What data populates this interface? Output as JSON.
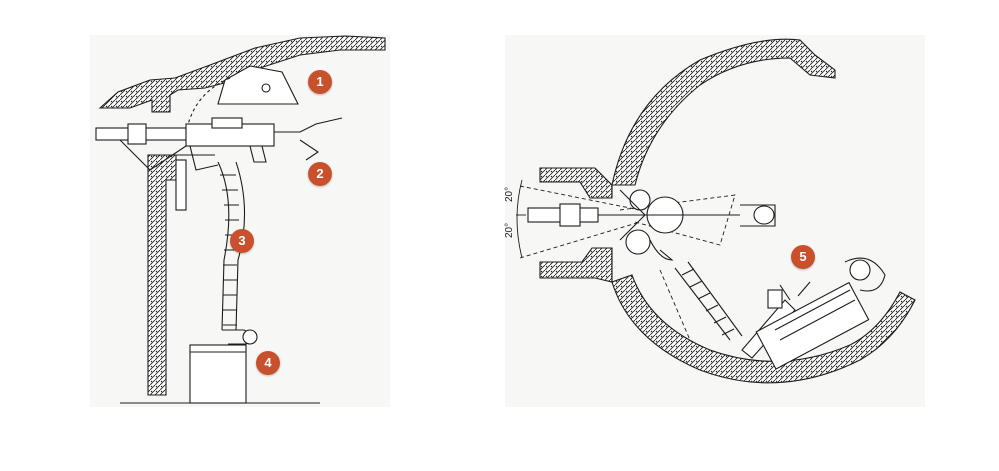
{
  "colors": {
    "badge": "#c9502c",
    "line": "#1d1d1d",
    "paper": "#f7f7f5"
  },
  "markers": [
    {
      "id": "marker-1",
      "label": "1"
    },
    {
      "id": "marker-2",
      "label": "2"
    },
    {
      "id": "marker-3",
      "label": "3"
    },
    {
      "id": "marker-4",
      "label": "4"
    },
    {
      "id": "marker-5",
      "label": "5"
    }
  ],
  "angles": {
    "upper": "20°",
    "lower": "20°"
  }
}
